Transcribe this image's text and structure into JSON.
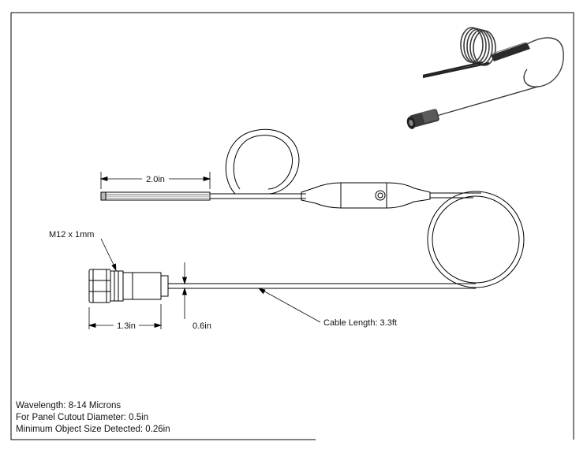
{
  "dimensions": {
    "lead_length": "2.0in",
    "thread": "M12 x 1mm",
    "body_length": "1.3in",
    "cable_diameter": "0.6in",
    "cable_length": "Cable Length: 3.3ft"
  },
  "specs": {
    "wavelength": "Wavelength: 8-14 Microns",
    "panel_cutout": "For Panel Cutout Diameter: 0.5in",
    "min_object": "Minimum Object Size Detected: 0.26in"
  }
}
